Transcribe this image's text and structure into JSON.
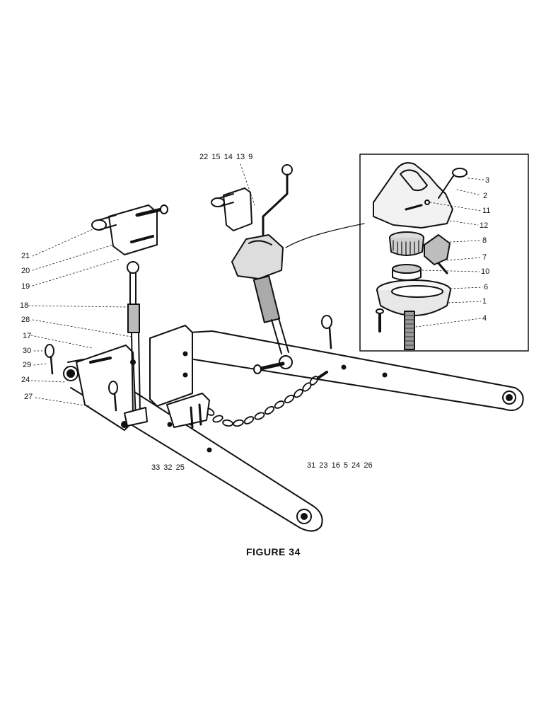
{
  "figure": {
    "caption": "FIGURE 34",
    "top_callout_group": "22 15 14 13 9",
    "bottom_left_callout_group": "33 32 25",
    "bottom_right_callout_group": "31 23 16 5 24 26",
    "left_callouts": [
      {
        "id": "21",
        "text": "21"
      },
      {
        "id": "20",
        "text": "20"
      },
      {
        "id": "19",
        "text": "19"
      },
      {
        "id": "18",
        "text": "18"
      },
      {
        "id": "28",
        "text": "28"
      },
      {
        "id": "17",
        "text": "17"
      },
      {
        "id": "30",
        "text": "30"
      },
      {
        "id": "29",
        "text": "29"
      },
      {
        "id": "24",
        "text": "24"
      },
      {
        "id": "27",
        "text": "27"
      }
    ],
    "inset_callouts": [
      {
        "id": "3",
        "text": "3"
      },
      {
        "id": "2",
        "text": "2"
      },
      {
        "id": "11",
        "text": "11"
      },
      {
        "id": "12",
        "text": "12"
      },
      {
        "id": "8",
        "text": "8"
      },
      {
        "id": "7",
        "text": "7"
      },
      {
        "id": "10",
        "text": "10"
      },
      {
        "id": "6",
        "text": "6"
      },
      {
        "id": "1",
        "text": "1"
      },
      {
        "id": "4",
        "text": "4"
      }
    ]
  }
}
